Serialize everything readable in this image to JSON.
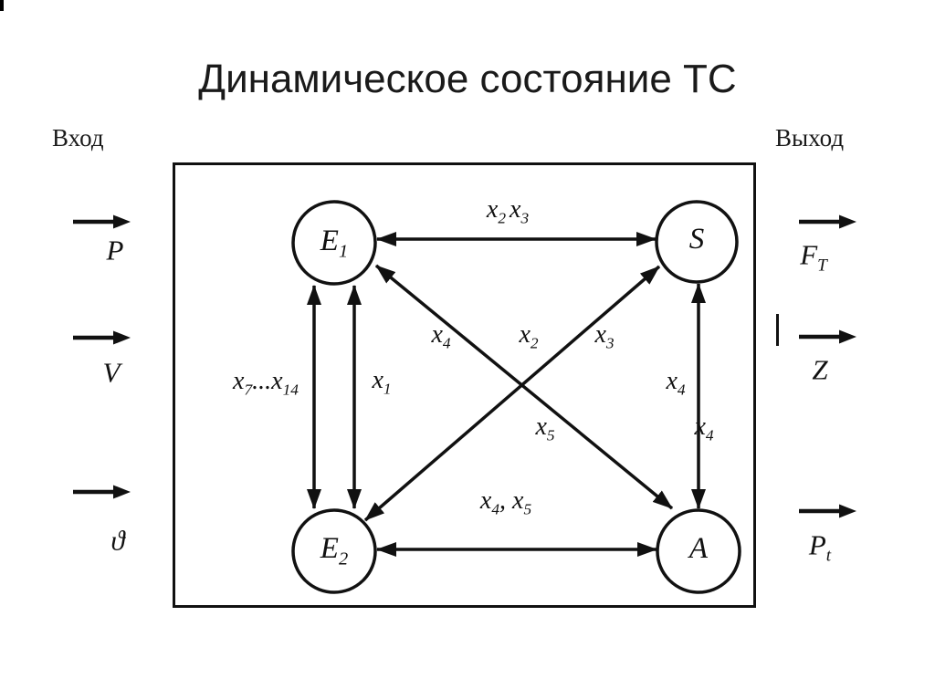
{
  "title": "Динамическое состояние ТС",
  "colors": {
    "ink": "#111111",
    "background": "#ffffff"
  },
  "input": {
    "label": "Вход",
    "signals": [
      {
        "name": "P",
        "base": "P",
        "sub": ""
      },
      {
        "name": "V",
        "base": "V",
        "sub": ""
      },
      {
        "name": "theta",
        "base": "ϑ",
        "sub": ""
      }
    ]
  },
  "output": {
    "label": "Выход",
    "signals": [
      {
        "name": "F_T",
        "base": "F",
        "sub": "T"
      },
      {
        "name": "Z",
        "base": "Z",
        "sub": ""
      },
      {
        "name": "P_t",
        "base": "P",
        "sub": "t"
      }
    ]
  },
  "diagram": {
    "nodes": {
      "e1": {
        "base": "E",
        "sub": "1"
      },
      "s": {
        "base": "S",
        "sub": ""
      },
      "e2": {
        "base": "E",
        "sub": "2"
      },
      "a": {
        "base": "A",
        "sub": ""
      }
    },
    "edge_labels": {
      "e1_s": {
        "parts": [
          {
            "t": "x",
            "s": "2"
          },
          {
            "t": "x",
            "s": "3"
          }
        ]
      },
      "e1_a_upper": {
        "parts": [
          {
            "t": "x",
            "s": "4"
          }
        ]
      },
      "cross_mid": {
        "parts": [
          {
            "t": "x",
            "s": "2"
          }
        ]
      },
      "e2_s_upper": {
        "parts": [
          {
            "t": "x",
            "s": "3"
          }
        ]
      },
      "cross_lower": {
        "parts": [
          {
            "t": "x",
            "s": "5"
          }
        ]
      },
      "e2_a": {
        "parts": [
          {
            "t": "x",
            "s": "4"
          },
          {
            "t": ", ",
            "s": ""
          },
          {
            "t": "x",
            "s": "5"
          }
        ]
      },
      "e1_e2_outer": {
        "parts": [
          {
            "t": "x",
            "s": "7"
          },
          {
            "t": "...",
            "s": ""
          },
          {
            "t": "x",
            "s": "14"
          }
        ]
      },
      "e1_e2_inner": {
        "parts": [
          {
            "t": "x",
            "s": "1"
          }
        ]
      },
      "s_a_upper": {
        "parts": [
          {
            "t": "x",
            "s": "4"
          }
        ]
      },
      "s_a_lower": {
        "parts": [
          {
            "t": "x",
            "s": "4"
          }
        ]
      }
    }
  }
}
